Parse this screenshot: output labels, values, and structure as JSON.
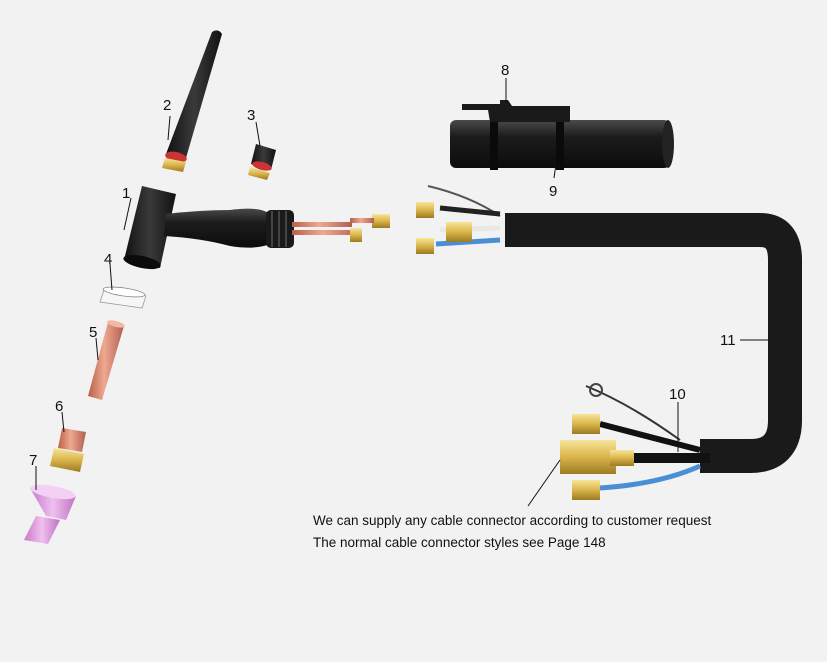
{
  "callouts": {
    "c1": "1",
    "c2": "2",
    "c3": "3",
    "c4": "4",
    "c5": "5",
    "c6": "6",
    "c7": "7",
    "c8": "8",
    "c9": "9",
    "c10": "10",
    "c11": "11"
  },
  "notes": {
    "line1": "We can supply any cable connector according to customer request",
    "line2": "The normal cable connector styles see Page 148"
  },
  "colors": {
    "background": "#f2f2f2",
    "rubber": "#1c1c1c",
    "brass": "#d9b54a",
    "copper": "#d98a6a",
    "ceramic": "#e8a8e0",
    "blue_hose": "#4a8fd6"
  }
}
